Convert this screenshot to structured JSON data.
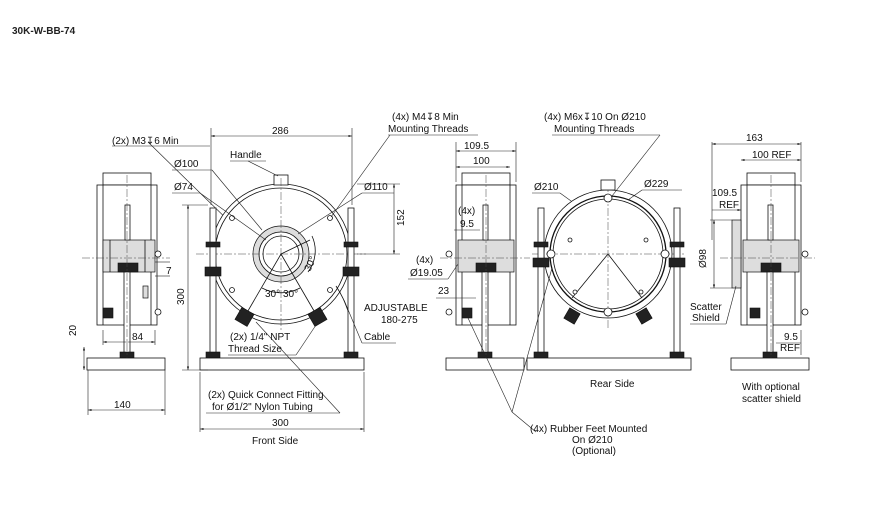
{
  "document": {
    "title": "30K-W-BB-74"
  },
  "views": {
    "front": "Front Side",
    "rear": "Rear Side",
    "side_optional": [
      "With optional",
      "scatter shield"
    ]
  },
  "callouts": {
    "m3": "(2x) M3↧6 Min",
    "m4": [
      "(4x) M4↧8 Min",
      "Mounting Threads"
    ],
    "handle": "Handle",
    "npt": [
      "(2x) 1/4\" NPT",
      "Thread Size"
    ],
    "adjustable": [
      "ADJUSTABLE",
      "180-275"
    ],
    "cable": "Cable",
    "quick_connect": [
      "(2x) Quick Connect Fitting",
      "for  Ø1/2\" Nylon Tubing"
    ],
    "m6": [
      "(4x) M6x↧10 On  Ø210",
      "Mounting Threads"
    ],
    "rubber_feet": [
      "(4x) Rubber Feet Mounted",
      "On  Ø210",
      "(Optional)"
    ],
    "scatter_shield": [
      "Scatter",
      "Shield"
    ],
    "four_x_a": "(4x)",
    "four_x_b": "(4x)"
  },
  "dimensions": {
    "d286": "286",
    "d100": "Ø100",
    "d74": "Ø74",
    "d110": "Ø110",
    "d152": "152",
    "d300v": "300",
    "a30a": "30°",
    "a30b": "30°",
    "a30c": "30°",
    "d300h": "300",
    "d7": "7",
    "d84": "84",
    "d20": "20",
    "d140": "140",
    "d1095": "109.5",
    "d100r": "100",
    "d210": "Ø210",
    "d95": "9.5",
    "d1905": "Ø19.05",
    "d23": "23",
    "d229": "Ø229",
    "d163": "163",
    "d100ref": "100 REF",
    "d1095ref": "109.5",
    "ref_a": "REF",
    "d98": "Ø98",
    "d95b": "9.5",
    "ref_b": "REF"
  }
}
